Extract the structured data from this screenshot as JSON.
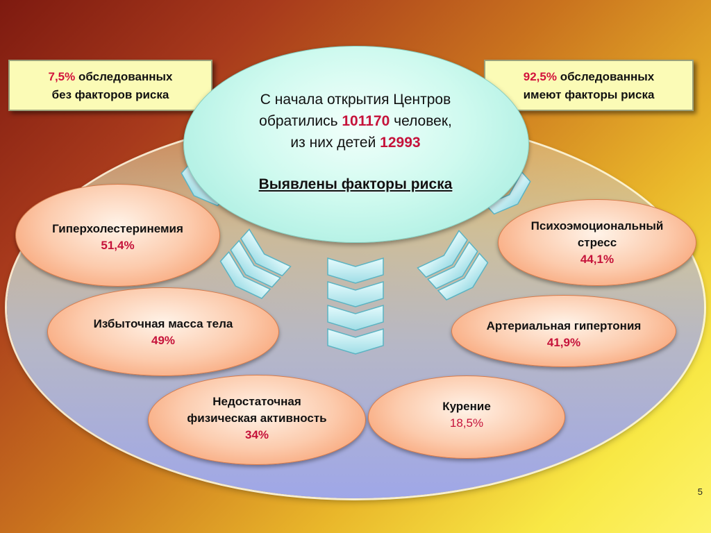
{
  "left_note": {
    "pct": "7,5%",
    "line1": "обследованных",
    "line2": "без факторов риска"
  },
  "right_note": {
    "pct": "92,5%",
    "line1": "обследованных",
    "line2": "имеют факторы риска"
  },
  "center": {
    "line1": "С начала открытия Центров",
    "line2_pre": "обратились",
    "line2_num": "101170",
    "line2_post": "человек,",
    "line3_pre": "из них детей",
    "line3_num": "12993",
    "heading": "Выявлены факторы риска"
  },
  "factors": {
    "hyper": {
      "label": "Гиперхолестеринемия",
      "value": "51,4%"
    },
    "stress": {
      "label1": "Психоэмоциональный",
      "label2": "стресс",
      "value": "44,1%"
    },
    "mass": {
      "label": "Избыточная масса тела",
      "value": "49%"
    },
    "arterial": {
      "label": "Артериальная гипертония",
      "value": "41,9%"
    },
    "inactivity": {
      "label1": "Недостаточная",
      "label2": "физическая активность",
      "value": "34%"
    },
    "smoking": {
      "label": "Курение",
      "value": "18,5%"
    }
  },
  "page_number": "5",
  "colors": {
    "accent_red": "#c5123a",
    "note_bg": "#fbfbb6",
    "center_bg": "#cffaef",
    "factor_bg": "#fccbad",
    "arrow_fill": "#c6f2f4"
  },
  "icons": [
    "chevron-down-icon"
  ]
}
